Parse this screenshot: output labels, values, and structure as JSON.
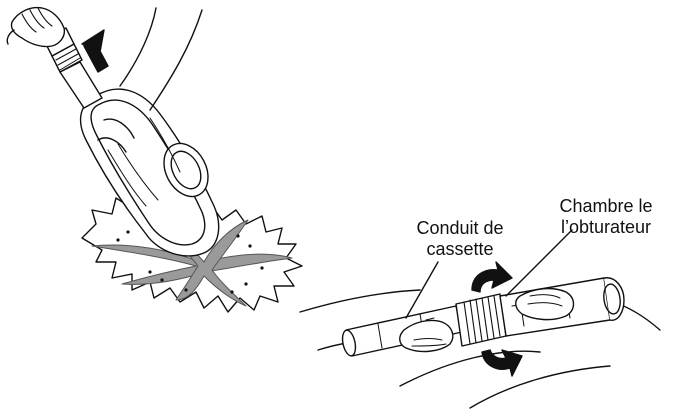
{
  "labels": {
    "conduit": {
      "line1": "Conduit de",
      "line2": "cassette"
    },
    "chambre": {
      "line1": "Chambre le",
      "line2": "l’obturateur"
    }
  },
  "colors": {
    "ink": "#111111",
    "gray_fill": "#9a9a9a",
    "light_fill": "#ffffff"
  },
  "icons": {
    "lift_arrow": "up-arrow-icon",
    "twist_arrows": "rotate-arrows-icon"
  }
}
